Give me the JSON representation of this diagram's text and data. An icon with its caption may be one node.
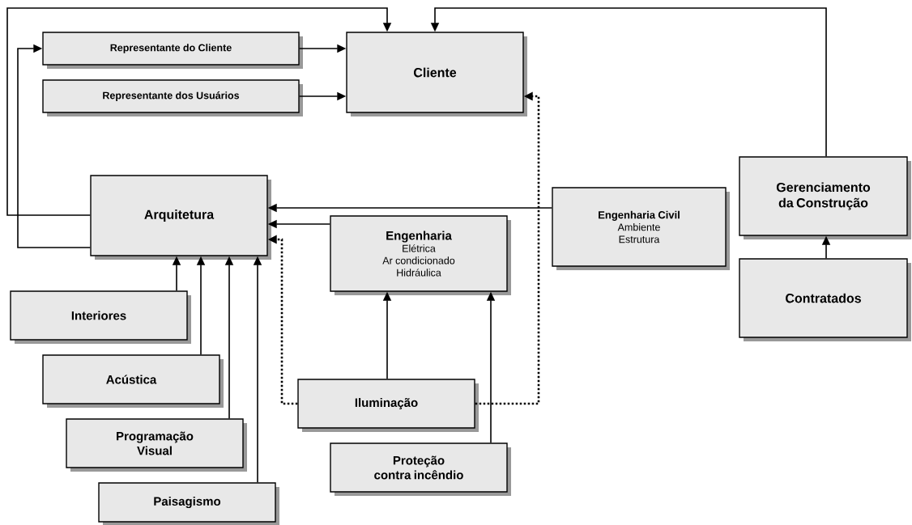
{
  "diagram": {
    "nodes": [
      {
        "text": [
          "Representante do Cliente"
        ]
      },
      {
        "text": [
          "Representante dos Usuários"
        ]
      },
      {
        "text": [
          "Cliente"
        ]
      },
      {
        "text": [
          "Arquitetura"
        ]
      },
      {
        "text": [
          "Engenharia",
          "Elétrica",
          "Ar condicionado",
          "Hidráulica"
        ]
      },
      {
        "text": [
          "Engenharia Civil",
          "Ambiente",
          "Estrutura"
        ]
      },
      {
        "text": [
          "Gerenciamento da Construção"
        ]
      },
      {
        "text": [
          "Contratados"
        ]
      },
      {
        "text": [
          "Interiores"
        ]
      },
      {
        "text": [
          "Acústica"
        ]
      },
      {
        "text": [
          "Programação Visual"
        ]
      },
      {
        "text": [
          "Iluminação"
        ]
      },
      {
        "text": [
          "Proteção contra incêndio"
        ]
      },
      {
        "text": [
          "Paisagismo"
        ]
      }
    ],
    "edges": [
      {
        "from": 0,
        "to": 2,
        "arrow": "to"
      },
      {
        "from": 1,
        "to": 2,
        "arrow": "to"
      },
      {
        "from": 3,
        "to": 2,
        "arrow": "to"
      },
      {
        "from": 3,
        "to": 0,
        "arrow": "to"
      },
      {
        "from": 6,
        "to": 2,
        "arrow": "to"
      },
      {
        "from": 5,
        "to": 3,
        "arrow": "to"
      },
      {
        "from": 4,
        "to": 3,
        "arrow": "to"
      },
      {
        "from": 11,
        "to": 3,
        "arrow": "to",
        "style": "dashed"
      },
      {
        "from": 11,
        "to": 2,
        "arrow": "to",
        "style": "dashed"
      },
      {
        "from": 11,
        "to": 4,
        "arrow": "to"
      },
      {
        "from": 12,
        "to": 4,
        "arrow": "to"
      },
      {
        "from": 7,
        "to": 6,
        "arrow": "to"
      },
      {
        "from": 8,
        "to": 3,
        "arrow": "to"
      },
      {
        "from": 9,
        "to": 3,
        "arrow": "to"
      },
      {
        "from": 10,
        "to": 3,
        "arrow": "to"
      },
      {
        "from": 13,
        "to": 3,
        "arrow": "to"
      }
    ]
  }
}
